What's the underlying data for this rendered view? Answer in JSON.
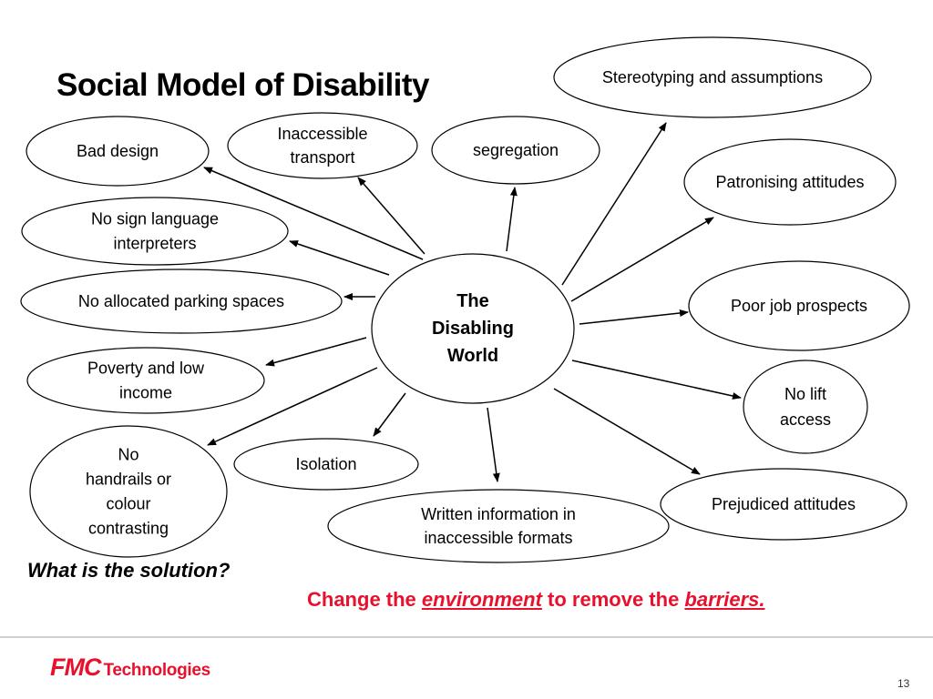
{
  "slide": {
    "title": "Social Model of Disability",
    "question": "What is the solution?",
    "answer": {
      "part1": "Change the ",
      "word1": "environment",
      "part2": " to remove the ",
      "word2": "barriers."
    },
    "page_number": "13",
    "colors": {
      "text": "#000000",
      "accent": "#e8112d",
      "footer_line": "#c0c0c0"
    }
  },
  "logo": {
    "mark": "FMC",
    "text": "Technologies"
  },
  "diagram": {
    "center": {
      "lines": [
        "The",
        "Disabling",
        "World"
      ]
    },
    "barriers": [
      {
        "id": "bad-design",
        "lines": [
          "Bad design"
        ]
      },
      {
        "id": "inaccessible-transport",
        "lines": [
          "Inaccessible",
          "transport"
        ]
      },
      {
        "id": "segregation",
        "lines": [
          "segregation"
        ]
      },
      {
        "id": "stereotyping",
        "lines": [
          "Stereotyping and assumptions"
        ]
      },
      {
        "id": "patronising",
        "lines": [
          "Patronising attitudes"
        ]
      },
      {
        "id": "no-sign-language",
        "lines": [
          "No sign language",
          "interpreters"
        ]
      },
      {
        "id": "no-parking",
        "lines": [
          "No allocated parking spaces"
        ]
      },
      {
        "id": "poor-job",
        "lines": [
          "Poor job prospects"
        ]
      },
      {
        "id": "poverty",
        "lines": [
          "Poverty and low",
          "income"
        ]
      },
      {
        "id": "no-lift",
        "lines": [
          "No lift",
          "access"
        ]
      },
      {
        "id": "no-handrails",
        "lines": [
          "No",
          "handrails or",
          "colour",
          "contrasting"
        ]
      },
      {
        "id": "isolation",
        "lines": [
          "Isolation"
        ]
      },
      {
        "id": "prejudiced",
        "lines": [
          "Prejudiced attitudes"
        ]
      },
      {
        "id": "written-info",
        "lines": [
          "Written information in",
          "inaccessible formats"
        ]
      }
    ]
  }
}
